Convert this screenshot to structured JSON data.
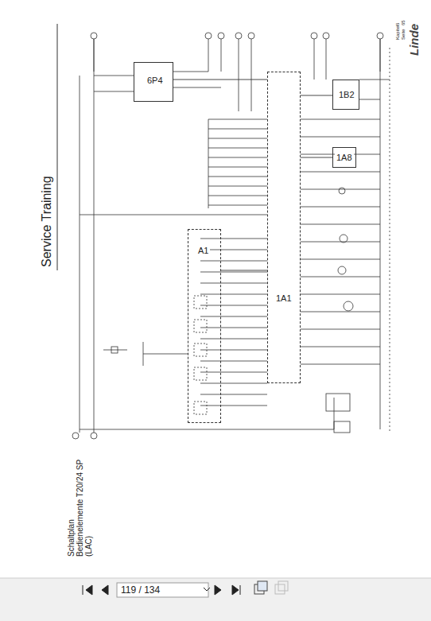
{
  "diagram": {
    "title": "Service Training",
    "nodes": [
      {
        "text": [
          "6P4"
        ]
      },
      {
        "text": [
          "1A1"
        ]
      },
      {
        "text": [
          "A1"
        ]
      },
      {
        "text": [
          "1B2"
        ]
      },
      {
        "text": [
          "1A8"
        ]
      }
    ],
    "edges": [
      {
        "from": 0,
        "to": 1,
        "arrow": "none"
      },
      {
        "from": 2,
        "to": 1,
        "arrow": "none"
      },
      {
        "from": 3,
        "to": 1,
        "arrow": "none"
      },
      {
        "from": 4,
        "to": 1,
        "arrow": "none"
      }
    ],
    "labels": [
      "Linde",
      "Kapitel",
      "6",
      "Seite",
      "65",
      "Schaltplan",
      "Bedienelemente T20/24 SP",
      "(LAC)",
      "119 / 134"
    ]
  }
}
